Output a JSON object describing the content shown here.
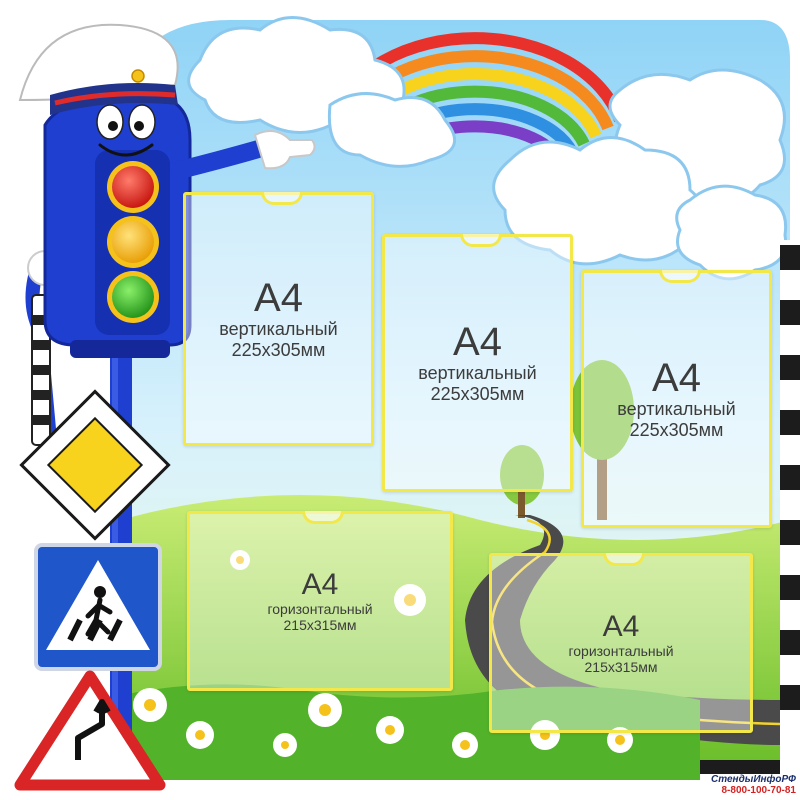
{
  "pockets": [
    {
      "size": "A4",
      "orientation": "вертикальный",
      "dimensions": "225x305мм"
    },
    {
      "size": "A4",
      "orientation": "вертикальный",
      "dimensions": "225x305мм"
    },
    {
      "size": "A4",
      "orientation": "вертикальный",
      "dimensions": "225x305мм"
    },
    {
      "size": "A4",
      "orientation": "горизонтальный",
      "dimensions": "215x315мм"
    },
    {
      "size": "A4",
      "orientation": "горизонтальный",
      "dimensions": "215x315мм"
    }
  ],
  "brand": {
    "name": "СтендыИнфоРФ",
    "phone": "8-800-100-70-81"
  },
  "illustration": {
    "elements": [
      "traffic-light-mascot",
      "rainbow",
      "clouds",
      "meadow",
      "winding-road",
      "daisies",
      "tree"
    ],
    "signs": [
      "priority-road-sign",
      "pedestrian-crossing-sign",
      "double-curve-sign"
    ]
  },
  "colors": {
    "pocket_border": "#f3e84a",
    "mascot_body": "#1f3fd1",
    "sky": "#bfe8fb",
    "grass": "#8fd43a",
    "road": "#4a4a4a",
    "brand_phone": "#d32222"
  }
}
